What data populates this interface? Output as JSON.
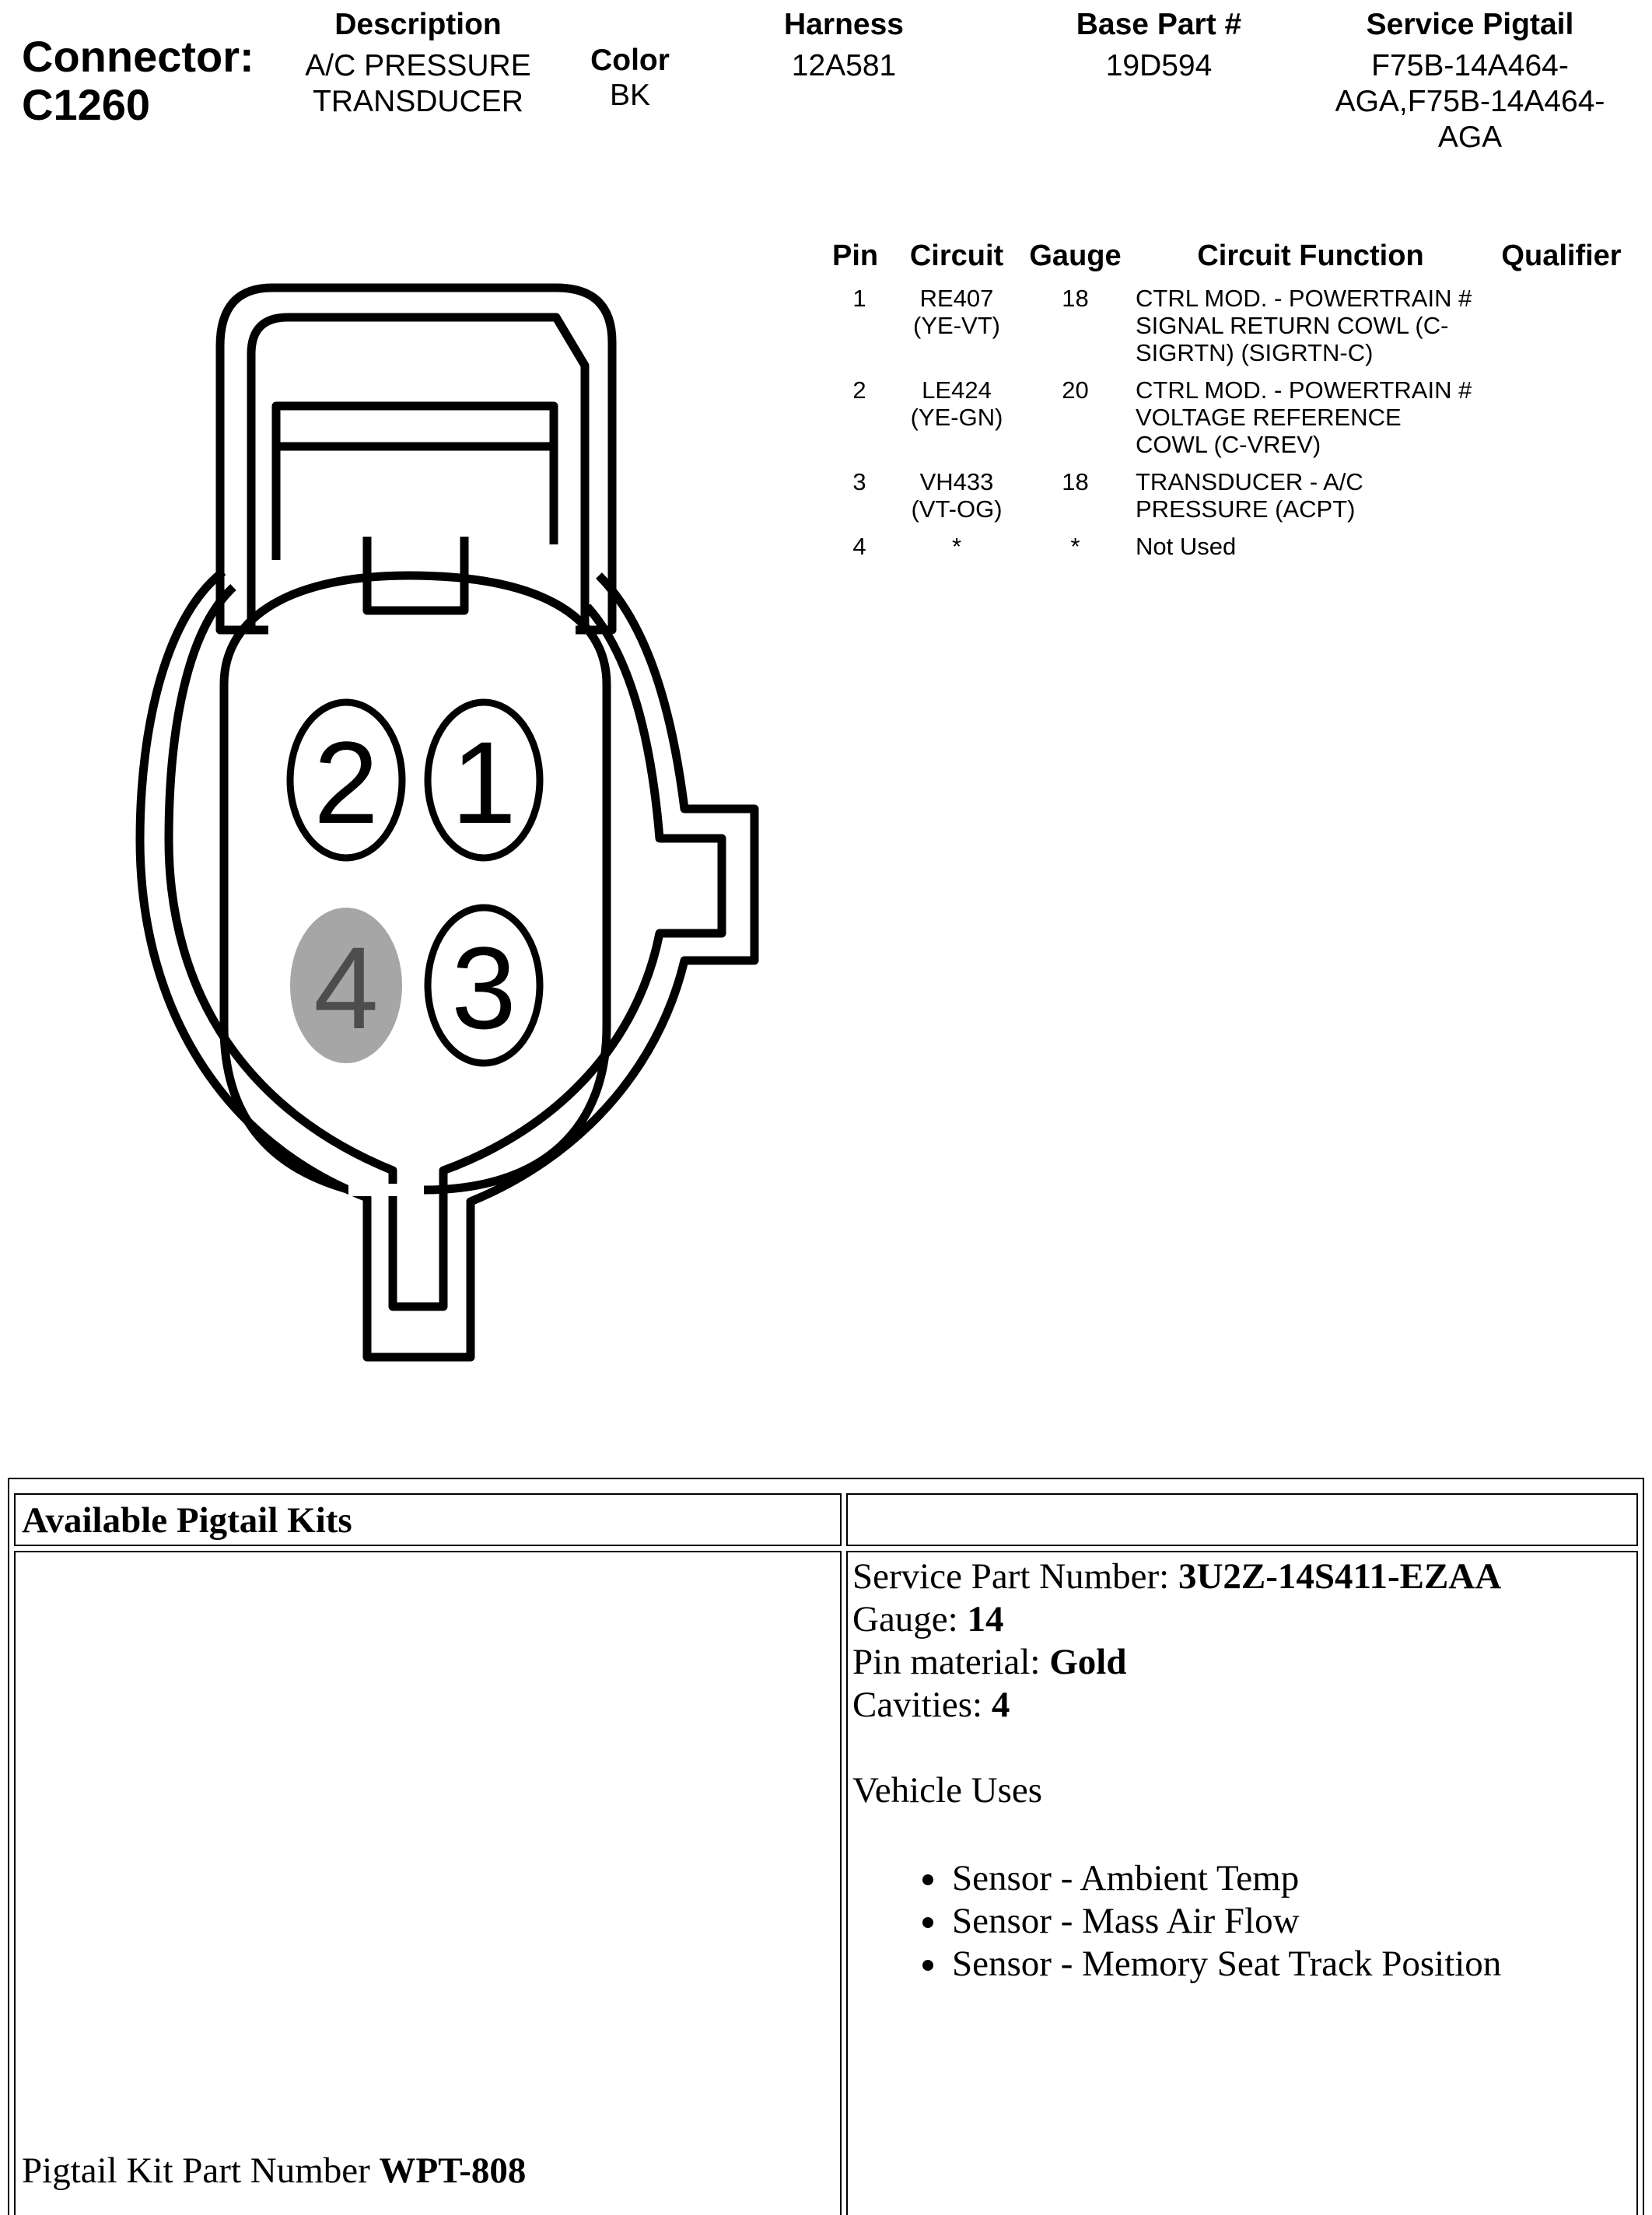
{
  "connector": {
    "label": "Connector:",
    "id": "C1260"
  },
  "header": {
    "description_label": "Description",
    "description_lines": [
      "A/C PRESSURE",
      "TRANSDUCER"
    ],
    "color_label": "Color",
    "color_value": "BK",
    "harness_label": "Harness",
    "harness_value": "12A581",
    "base_part_label": "Base Part #",
    "base_part_value": "19D594",
    "service_pigtail_label": "Service Pigtail",
    "service_pigtail_lines": [
      "F75B-14A464-",
      "AGA,F75B-14A464-",
      "AGA"
    ]
  },
  "pin_table": {
    "columns": [
      "Pin",
      "Circuit",
      "Gauge",
      "Circuit Function",
      "Qualifier"
    ],
    "rows": [
      {
        "pin": "1",
        "circuit": [
          "RE407",
          "(YE-VT)"
        ],
        "gauge": "18",
        "function": [
          "CTRL MOD. - POWERTRAIN #",
          "SIGNAL RETURN COWL (C-",
          "SIGRTN) (SIGRTN-C)"
        ],
        "qualifier": ""
      },
      {
        "pin": "2",
        "circuit": [
          "LE424",
          "(YE-GN)"
        ],
        "gauge": "20",
        "function": [
          "CTRL MOD. - POWERTRAIN #",
          "VOLTAGE REFERENCE",
          "COWL (C-VREV)"
        ],
        "qualifier": ""
      },
      {
        "pin": "3",
        "circuit": [
          "VH433",
          "(VT-OG)"
        ],
        "gauge": "18",
        "function": [
          "TRANSDUCER - A/C",
          "PRESSURE (ACPT)"
        ],
        "qualifier": ""
      },
      {
        "pin": "4",
        "circuit": [
          "*"
        ],
        "gauge": "*",
        "function": [
          "Not Used"
        ],
        "qualifier": ""
      }
    ]
  },
  "diagram": {
    "pins": [
      {
        "label": "1",
        "used": true
      },
      {
        "label": "2",
        "used": true
      },
      {
        "label": "3",
        "used": true
      },
      {
        "label": "4",
        "used": false
      }
    ],
    "unused_fill": "#a6a6a6"
  },
  "kits": {
    "title": "Available Pigtail Kits",
    "kit_part_label": "Pigtail Kit Part Number ",
    "kit_part_value": "WPT-808",
    "service_part_label": "Service Part Number: ",
    "service_part_value": "3U2Z-14S411-EZAA",
    "gauge_label": "Gauge: ",
    "gauge_value": "14",
    "pin_material_label": "Pin material: ",
    "pin_material_value": "Gold",
    "cavities_label": "Cavities: ",
    "cavities_value": "4",
    "vehicle_uses_label": "Vehicle Uses",
    "vehicle_uses": [
      "Sensor - Ambient Temp",
      "Sensor - Mass Air Flow",
      "Sensor - Memory Seat Track Position"
    ]
  }
}
